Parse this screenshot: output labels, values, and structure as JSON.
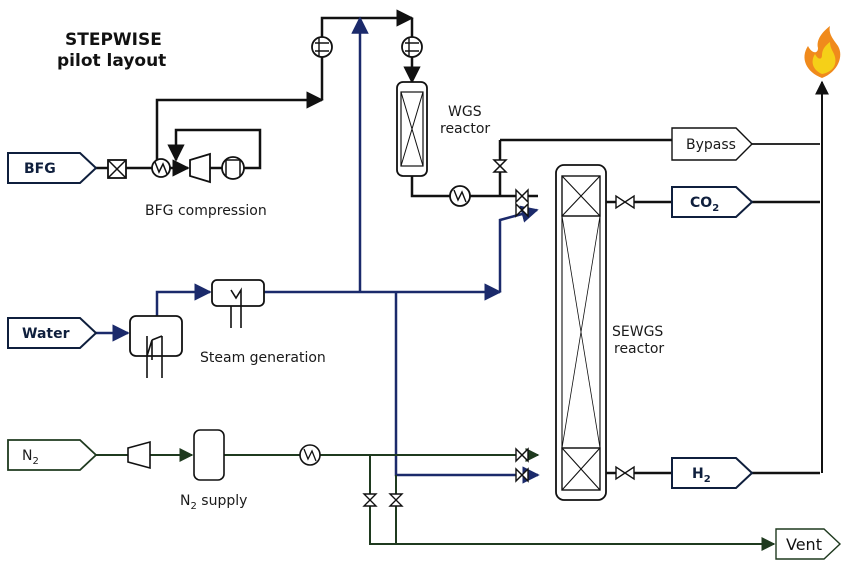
{
  "title": {
    "line1": "STEPWISE",
    "line2": "pilot layout"
  },
  "streams_in": {
    "bfg": "BFG",
    "water": "Water",
    "n2": {
      "base": "N",
      "sub": "2"
    }
  },
  "streams_out": {
    "bypass": "Bypass",
    "co2": {
      "base": "CO",
      "sub": "2"
    },
    "h2": {
      "base": "H",
      "sub": "2"
    },
    "vent": "Vent"
  },
  "labels": {
    "bfg_compression": "BFG compression",
    "steam_generation": "Steam generation",
    "n2_supply": {
      "base": "N",
      "sub": "2",
      "rest": " supply"
    },
    "wgs_line1": "WGS",
    "wgs_line2": "reactor",
    "sewgs_line1": "SEWGS",
    "sewgs_line2": "reactor"
  },
  "colors": {
    "bfg_line": "#111111",
    "water_line": "#1b2a6b",
    "n2_line": "#1f3a1f",
    "stream_box": "#0f1f3d",
    "flame_outer": "#f08a1c",
    "flame_inner": "#f5d018"
  },
  "icons": [
    "flare-flame-icon",
    "heat-exchanger-icon",
    "compressor-icon",
    "valve-icon",
    "filter-icon"
  ]
}
